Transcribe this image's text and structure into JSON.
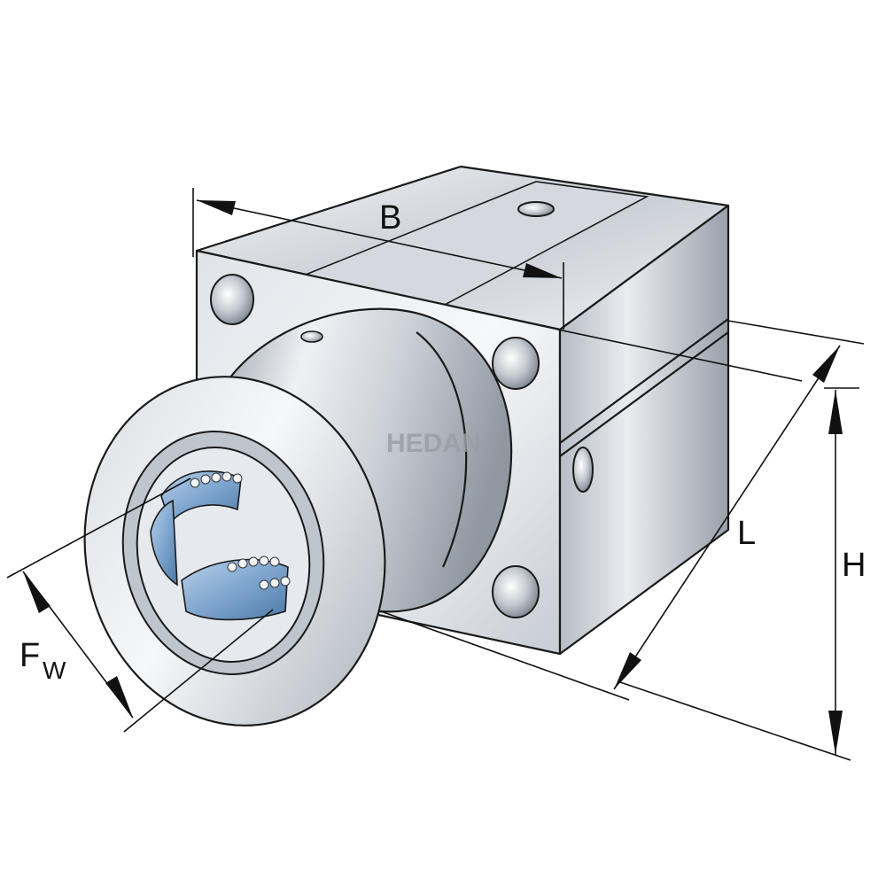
{
  "labels": {
    "width": "B",
    "length": "L",
    "height": "H",
    "bore_main": "F",
    "bore_sub": "W"
  },
  "watermark": "HEDAN",
  "colors": {
    "metal_light": "#eef1f5",
    "metal_mid": "#c3c9d1",
    "metal_dark": "#8e96a1",
    "bearing_blue": "#7fa6cf",
    "line": "#111111"
  }
}
